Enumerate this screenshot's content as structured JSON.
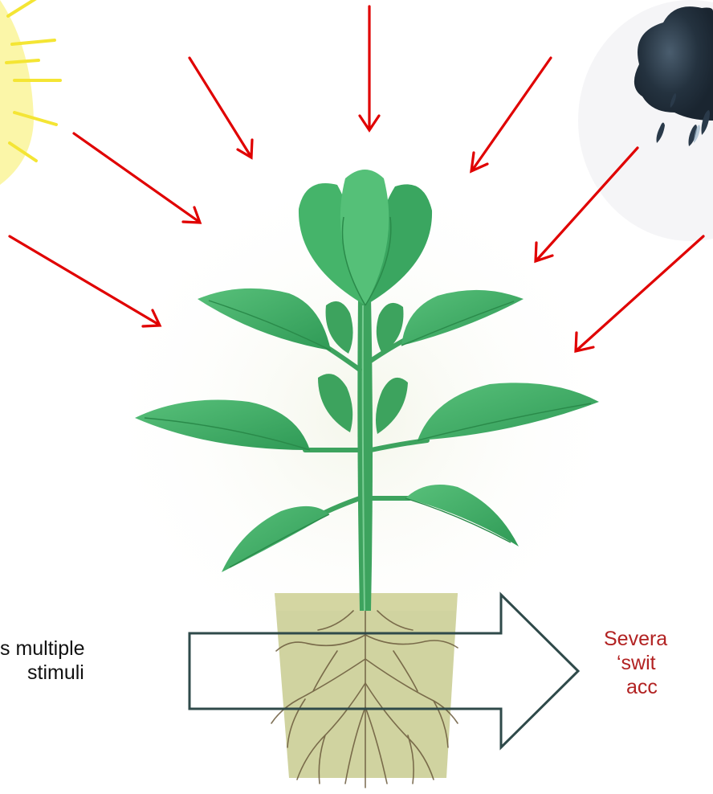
{
  "diagram": {
    "left_text": {
      "line1": "s multiple",
      "line2": "stimuli"
    },
    "right_text": {
      "line1": "Severa",
      "line2": "‘swit",
      "line3": "acc"
    },
    "colors": {
      "arrow": "#e00000",
      "sun": "#f6ea3a",
      "cloud": "#2a3a4a",
      "leaf": "#3eaa63",
      "leaf_dark": "#2a8a4a",
      "pot": "#c6c98e",
      "roots": "#6a5a3a",
      "big_arrow_stroke": "#2f4a4a",
      "right_text": "#b22222"
    },
    "icons": [
      "sun-icon",
      "rain-cloud-icon",
      "plant-icon",
      "pot-icon",
      "block-arrow-icon"
    ]
  }
}
